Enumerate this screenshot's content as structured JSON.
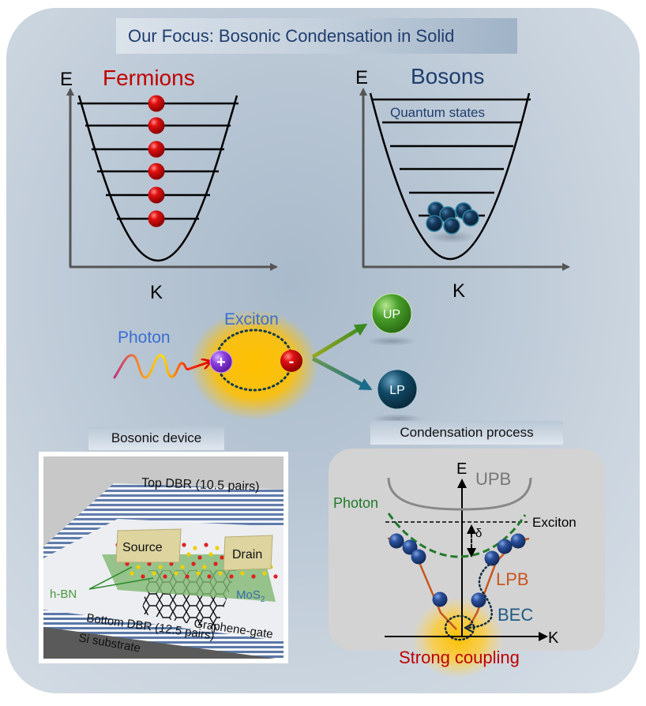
{
  "title": "Our Focus: Bosonic Condensation in Solid",
  "fermions_panel": {
    "heading": "Fermions",
    "y_axis_label": "E",
    "x_axis_label": "K",
    "energy_levels": 6,
    "particles": 6,
    "particle_color": "#d10000"
  },
  "bosons_panel": {
    "heading": "Bosons",
    "y_axis_label": "E",
    "x_axis_label": "K",
    "levels_label": "Quantum states",
    "energy_levels": 6,
    "particles": 6,
    "particle_color": "#143a5a"
  },
  "coupling": {
    "photon_label": "Photon",
    "exciton_label": "Exciton",
    "hole_symbol": "+",
    "electron_symbol": "-",
    "upper_polariton": "UP",
    "lower_polariton": "LP",
    "colors": {
      "photon_text": "#3a6fd0",
      "hole": "#8a3de0",
      "electron": "#e00000",
      "up": "#4aa02a",
      "lp": "#114a66",
      "glow": "#ffc000"
    }
  },
  "device": {
    "heading": "Bosonic device",
    "labels": {
      "top_dbr": "Top DBR (10.5 pairs)",
      "source": "Source",
      "drain": "Drain",
      "hbn": "h-BN",
      "mos2": "MoS",
      "mos2_sub": "2",
      "graphene": "Graphene-gate",
      "bottom_dbr": "Bottom DBR (12.5 pairs)",
      "substrate": "Si substrate"
    }
  },
  "condensation": {
    "heading": "Condensation process",
    "y_axis_label": "E",
    "x_axis_label": "K",
    "upb_label": "UPB",
    "photon_label": "Photon",
    "exciton_label": "Exciton",
    "detuning_symbol": "δ",
    "lpb_label": "LPB",
    "bec_label": "BEC",
    "footer": "Strong coupling",
    "colors": {
      "photon": "#1f7a2a",
      "lpb": "#c8561e",
      "bec": "#1f5a80",
      "footer": "#c00000"
    }
  }
}
